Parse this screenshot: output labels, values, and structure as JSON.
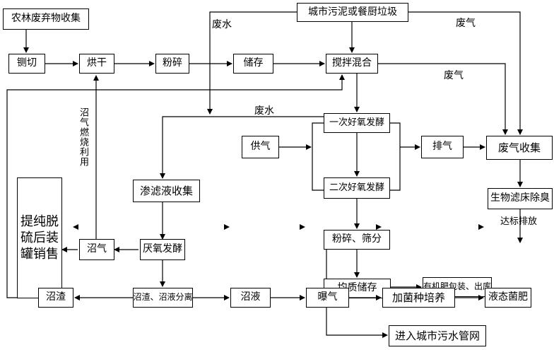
{
  "nodes": {
    "farm_waste": "农林废弃物收集",
    "city_sludge": "城市污泥或餐厨垃圾",
    "cut": "铡切",
    "dry": "烘干",
    "crush": "粉碎",
    "store": "储存",
    "mix": "搅拌混合",
    "ferm1": "一次好氧发酵",
    "ferm2": "二次好氧发酵",
    "air_supply": "供气",
    "exhaust": "排气",
    "gas_collect": "废气收集",
    "biofilter": "生物滤床除臭",
    "leachate": "渗滤液收集",
    "crush_sieve": "粉碎、筛分",
    "uniform_store": "均质储存",
    "fert_pack": "有机肥包装、出库",
    "purify": "提纯脱硫后装罐销售",
    "biogas": "沼气",
    "anaerobic": "厌氧发酵",
    "separation": "沼渣、沼液分离",
    "residue": "沼渣",
    "liquid": "沼液",
    "aeration": "曝气",
    "bacteria": "加菌种培养",
    "liquid_fert": "液态菌肥",
    "sewer": "进入城市污水管网"
  },
  "labels": {
    "wastewater_top": "废水",
    "waste_gas_top": "废气",
    "waste_gas_mid": "废气",
    "wastewater_mid": "废水",
    "biogas_burn": "沼气燃烧利用",
    "discharge": "达标排放"
  }
}
